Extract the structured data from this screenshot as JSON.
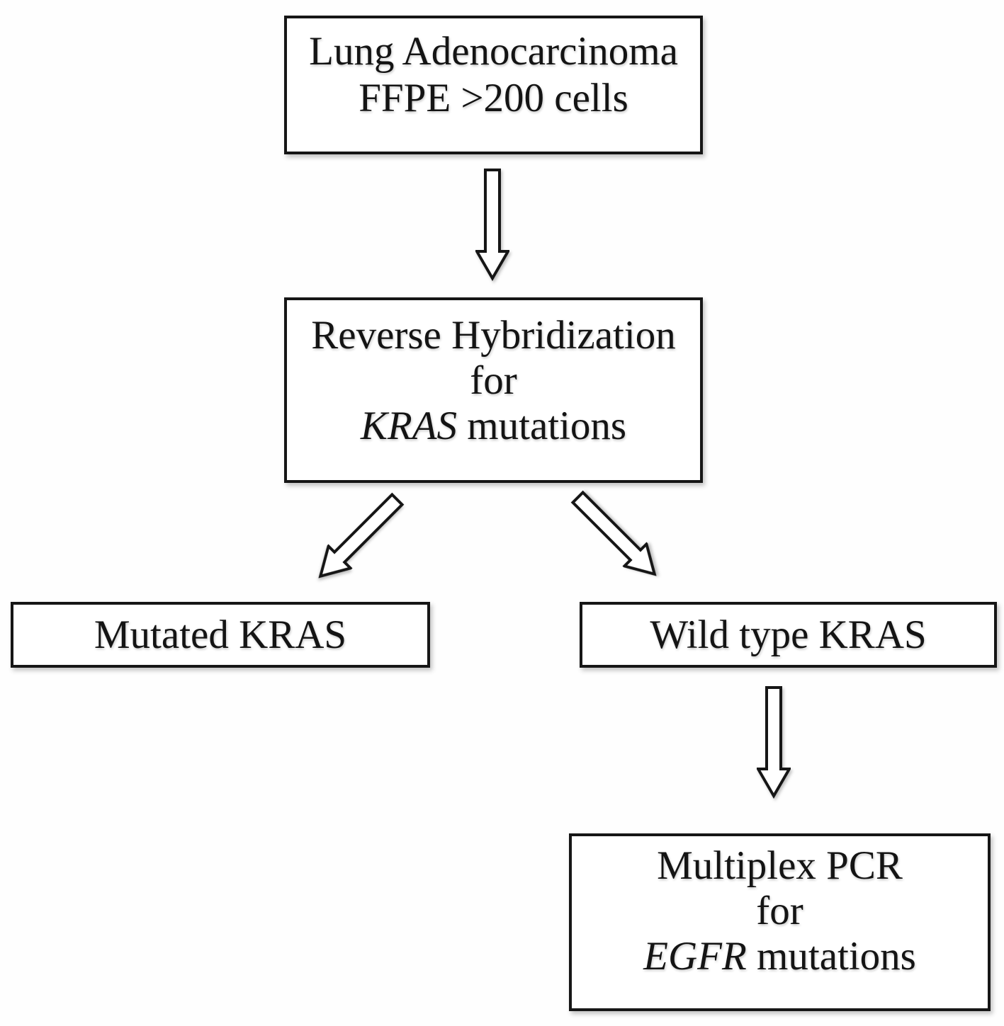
{
  "figure": {
    "type": "flowchart",
    "background_color": "#ffffff",
    "ink_color": "#161616",
    "boxes": {
      "top": {
        "line1": "Lung Adenocarcinoma",
        "line2": "FFPE >200 cells"
      },
      "middle": {
        "line1": "Reverse Hybridization",
        "line2": "for",
        "gene": "KRAS",
        "line3_rest": " mutations"
      },
      "left": {
        "label": "Mutated KRAS"
      },
      "right": {
        "label": "Wild type KRAS"
      },
      "bottom": {
        "line1": "Multiplex PCR",
        "line2": "for",
        "gene": "EGFR",
        "line3_rest": " mutations"
      }
    },
    "arrows": [
      {
        "name": "arrow-lung-to-hybridization",
        "direction": "down"
      },
      {
        "name": "arrow-hybridization-to-mutated-kras",
        "direction": "down-left"
      },
      {
        "name": "arrow-hybridization-to-wildtype-kras",
        "direction": "down-right"
      },
      {
        "name": "arrow-wildtype-to-multiplex-pcr",
        "direction": "down"
      }
    ]
  }
}
